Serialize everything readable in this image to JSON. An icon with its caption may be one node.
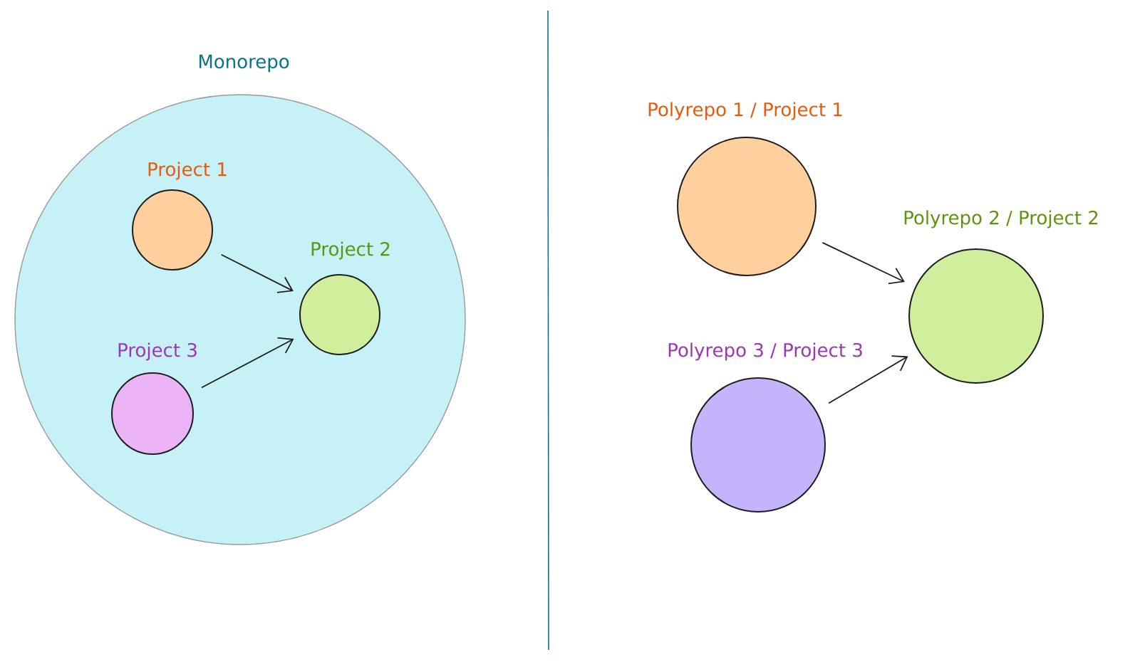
{
  "diagram": {
    "nodes": [
      {
        "text": [
          "Monorepo"
        ]
      },
      {
        "text": [
          "Project 1"
        ],
        "in": 0
      },
      {
        "text": [
          "Project 2"
        ],
        "in": 0
      },
      {
        "text": [
          "Project 3"
        ],
        "in": 0
      },
      {
        "text": [
          "Polyrepo 1 / Project 1"
        ]
      },
      {
        "text": [
          "Polyrepo 2 / Project 2"
        ]
      },
      {
        "text": [
          "Polyrepo 3 / Project 3"
        ]
      }
    ],
    "edges": [
      {
        "from": 1,
        "to": 2,
        "arrow": "to"
      },
      {
        "from": 3,
        "to": 2,
        "arrow": "to"
      },
      {
        "from": 4,
        "to": 5,
        "arrow": "to"
      },
      {
        "from": 6,
        "to": 5,
        "arrow": "to"
      }
    ]
  }
}
